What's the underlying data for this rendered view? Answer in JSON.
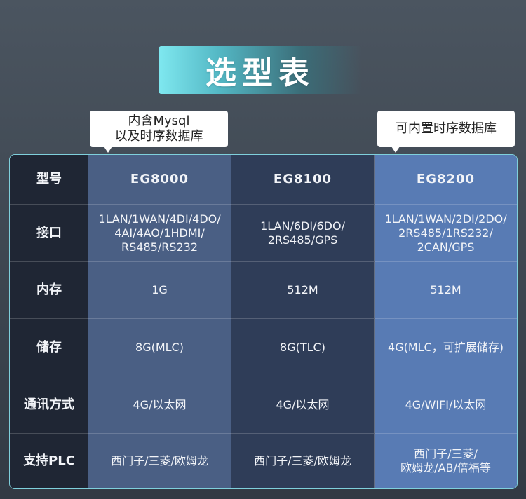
{
  "title": "选型表",
  "callouts": {
    "left": [
      "内含Mysql",
      "以及时序数据库"
    ],
    "right": "可内置时序数据库"
  },
  "table": {
    "header_label": "型号",
    "models": [
      "EG8000",
      "EG8100",
      "EG8200"
    ],
    "rows": [
      {
        "label": "接口",
        "values": [
          [
            "1LAN/1WAN/4DI/4DO/",
            "4AI/4AO/1HDMI/",
            "RS485/RS232"
          ],
          [
            "1LAN/6DI/6DO/",
            "2RS485/GPS"
          ],
          [
            "1LAN/1WAN/2DI/2DO/",
            "2RS485/1RS232/",
            "2CAN/GPS"
          ]
        ]
      },
      {
        "label": "内存",
        "values": [
          [
            "1G"
          ],
          [
            "512M"
          ],
          [
            "512M"
          ]
        ]
      },
      {
        "label": "储存",
        "values": [
          [
            "8G(MLC)"
          ],
          [
            "8G(TLC)"
          ],
          [
            "4G(MLC，可扩展储存)"
          ]
        ]
      },
      {
        "label": "通讯方式",
        "values": [
          [
            "4G/以太网"
          ],
          [
            "4G/以太网"
          ],
          [
            "4G/WIFI/以太网"
          ]
        ]
      },
      {
        "label": "支持PLC",
        "values": [
          [
            "西门子/三菱/欧姆龙"
          ],
          [
            "西门子/三菱/欧姆龙"
          ],
          [
            "西门子/三菱/",
            "欧姆龙/AB/倍福等"
          ]
        ]
      }
    ]
  },
  "colors": {
    "background": "#3c4550",
    "title_accent": "#7fe8f0",
    "col_eg8000": "#4a5f84",
    "col_eg8100": "#2f3d58",
    "col_eg8200": "#587bb4",
    "label_col": "#1f2634",
    "table_border": "#7fd0dc"
  }
}
